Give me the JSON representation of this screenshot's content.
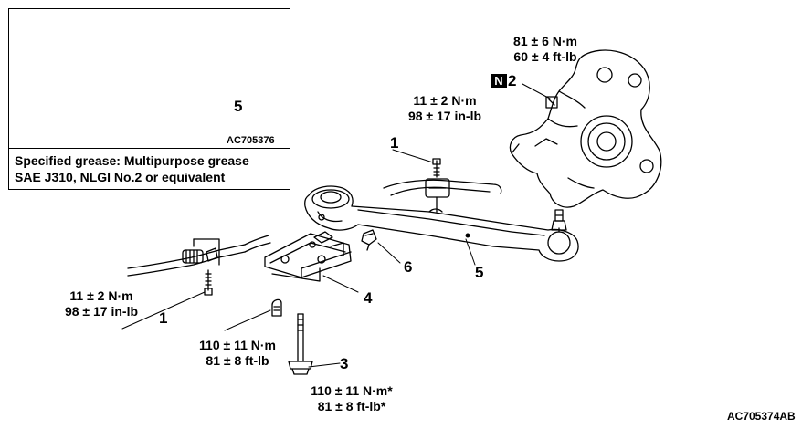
{
  "inset": {
    "callout": "5",
    "code": "AC705376",
    "grease_line1": "Specified grease: Multipurpose grease",
    "grease_line2": "SAE J310, NLGI No.2 or equivalent"
  },
  "torques": {
    "knuckle_nut": {
      "line1": "81 ± 6 N·m",
      "line2": "60 ± 4 ft-lb"
    },
    "upper_bolt": {
      "line1": "11 ± 2 N·m",
      "line2": "98 ± 17 in-lb"
    },
    "lower_bolt": {
      "line1": "11 ± 2 N·m",
      "line2": "98 ± 17 in-lb"
    },
    "mount_bolt": {
      "line1": "110 ± 11 N·m",
      "line2": "81 ± 8 ft-lb"
    },
    "long_bolt": {
      "line1": "110 ± 11 N·m*",
      "line2": "81 ± 8 ft-lb*"
    }
  },
  "callouts": {
    "n2_badge": "N",
    "n2_number": "2",
    "one_upper": "1",
    "one_lower": "1",
    "three": "3",
    "four": "4",
    "five": "5",
    "six": "6"
  },
  "figure_code": "AC705374AB"
}
